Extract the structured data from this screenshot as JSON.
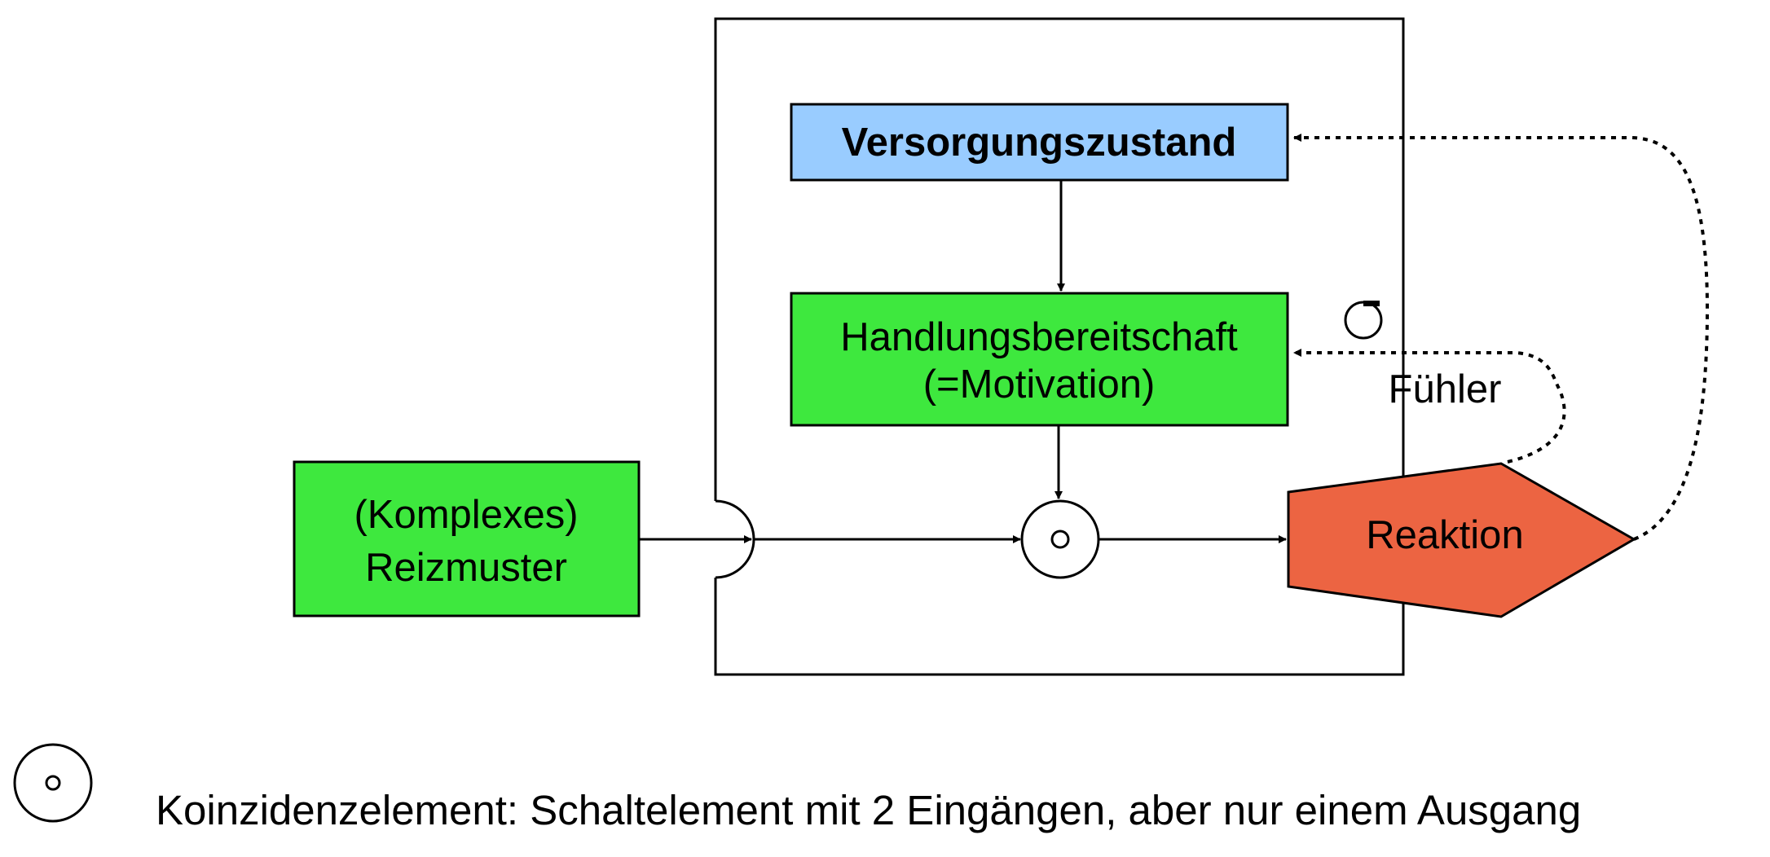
{
  "diagram": {
    "nodes": {
      "versorgung": {
        "label": "Versorgungszustand",
        "color": "#99ccff"
      },
      "handlung": {
        "line1": "Handlungsbereitschaft",
        "line2": "(=Motivation)",
        "color": "#3ee83e"
      },
      "reizmuster": {
        "line1": "(Komplexes)",
        "line2": "Reizmuster",
        "color": "#3ee83e"
      },
      "reaktion": {
        "label": "Reaktion",
        "color": "#ec6442"
      }
    },
    "fuehler_label": "Fühler",
    "legend": {
      "text": "Koinzidenzelement: Schaltelement mit 2 Eingängen, aber nur einem Ausgang",
      "icon": "coincidence-element-icon"
    }
  }
}
